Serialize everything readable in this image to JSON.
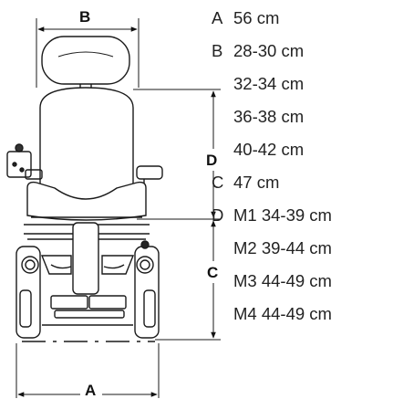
{
  "dimension_labels": {
    "A": "A",
    "B": "B",
    "C": "C",
    "D": "D"
  },
  "specs": [
    {
      "letter": "A",
      "value": "56 cm"
    },
    {
      "letter": "B",
      "value": "28-30 cm"
    },
    {
      "letter": "",
      "value": "32-34 cm"
    },
    {
      "letter": "",
      "value": "36-38 cm"
    },
    {
      "letter": "",
      "value": "40-42 cm"
    },
    {
      "letter": "C",
      "value": "47 cm"
    },
    {
      "letter": "D",
      "value": "M1 34-39 cm"
    },
    {
      "letter": "",
      "value": "M2 39-44 cm"
    },
    {
      "letter": "",
      "value": "M3 44-49 cm"
    },
    {
      "letter": "",
      "value": "M4 44-49 cm"
    }
  ]
}
